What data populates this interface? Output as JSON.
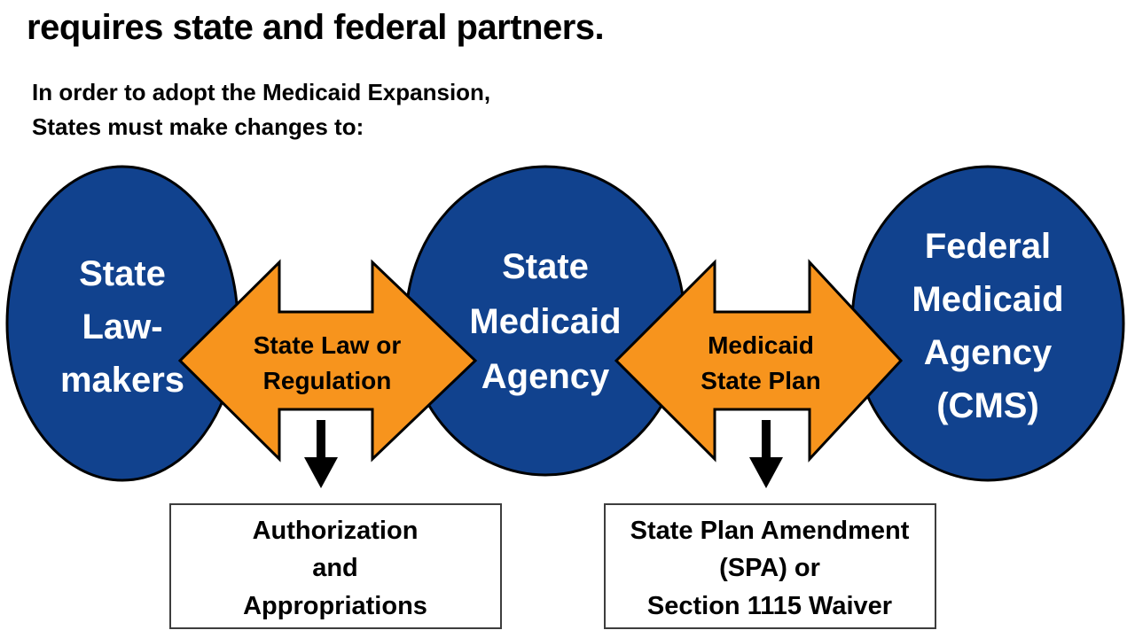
{
  "title": "requires state and federal partners.",
  "intro": {
    "line1": "In order to adopt the Medicaid Expansion,",
    "line2": "States must make changes to:"
  },
  "colors": {
    "node_fill": "#11428E",
    "arrow_fill": "#F7941D",
    "outline": "#000000",
    "box_border": "#3D3D3D",
    "node_text": "#FFFFFF",
    "body_text": "#000000",
    "background": "#FFFFFF"
  },
  "nodes": {
    "lawmakers": {
      "name": "State Law-makers",
      "lines": {
        "l1": "State",
        "l2": "Law-",
        "l3": "makers"
      }
    },
    "state_agency": {
      "name": "State Medicaid Agency",
      "lines": {
        "l1": "State",
        "l2": "Medicaid",
        "l3": "Agency"
      }
    },
    "federal_agency": {
      "name": "Federal Medicaid Agency (CMS)",
      "lines": {
        "l1": "Federal",
        "l2": "Medicaid",
        "l3": "Agency",
        "l4": "(CMS)"
      }
    }
  },
  "connectors": {
    "left_arrow": {
      "name": "State Law or Regulation",
      "lines": {
        "l1": "State Law or",
        "l2": "Regulation"
      }
    },
    "right_arrow": {
      "name": "Medicaid State Plan",
      "lines": {
        "l1": "Medicaid",
        "l2": "State Plan"
      }
    }
  },
  "outputs": {
    "left_box": {
      "name": "Authorization and Appropriations",
      "lines": {
        "l1": "Authorization",
        "l2": "and",
        "l3": "Appropriations"
      }
    },
    "right_box": {
      "name": "State Plan Amendment (SPA) or Section 1115 Waiver",
      "lines": {
        "l1": "State Plan Amendment",
        "l2": "(SPA) or",
        "l3": "Section 1115 Waiver"
      }
    }
  }
}
